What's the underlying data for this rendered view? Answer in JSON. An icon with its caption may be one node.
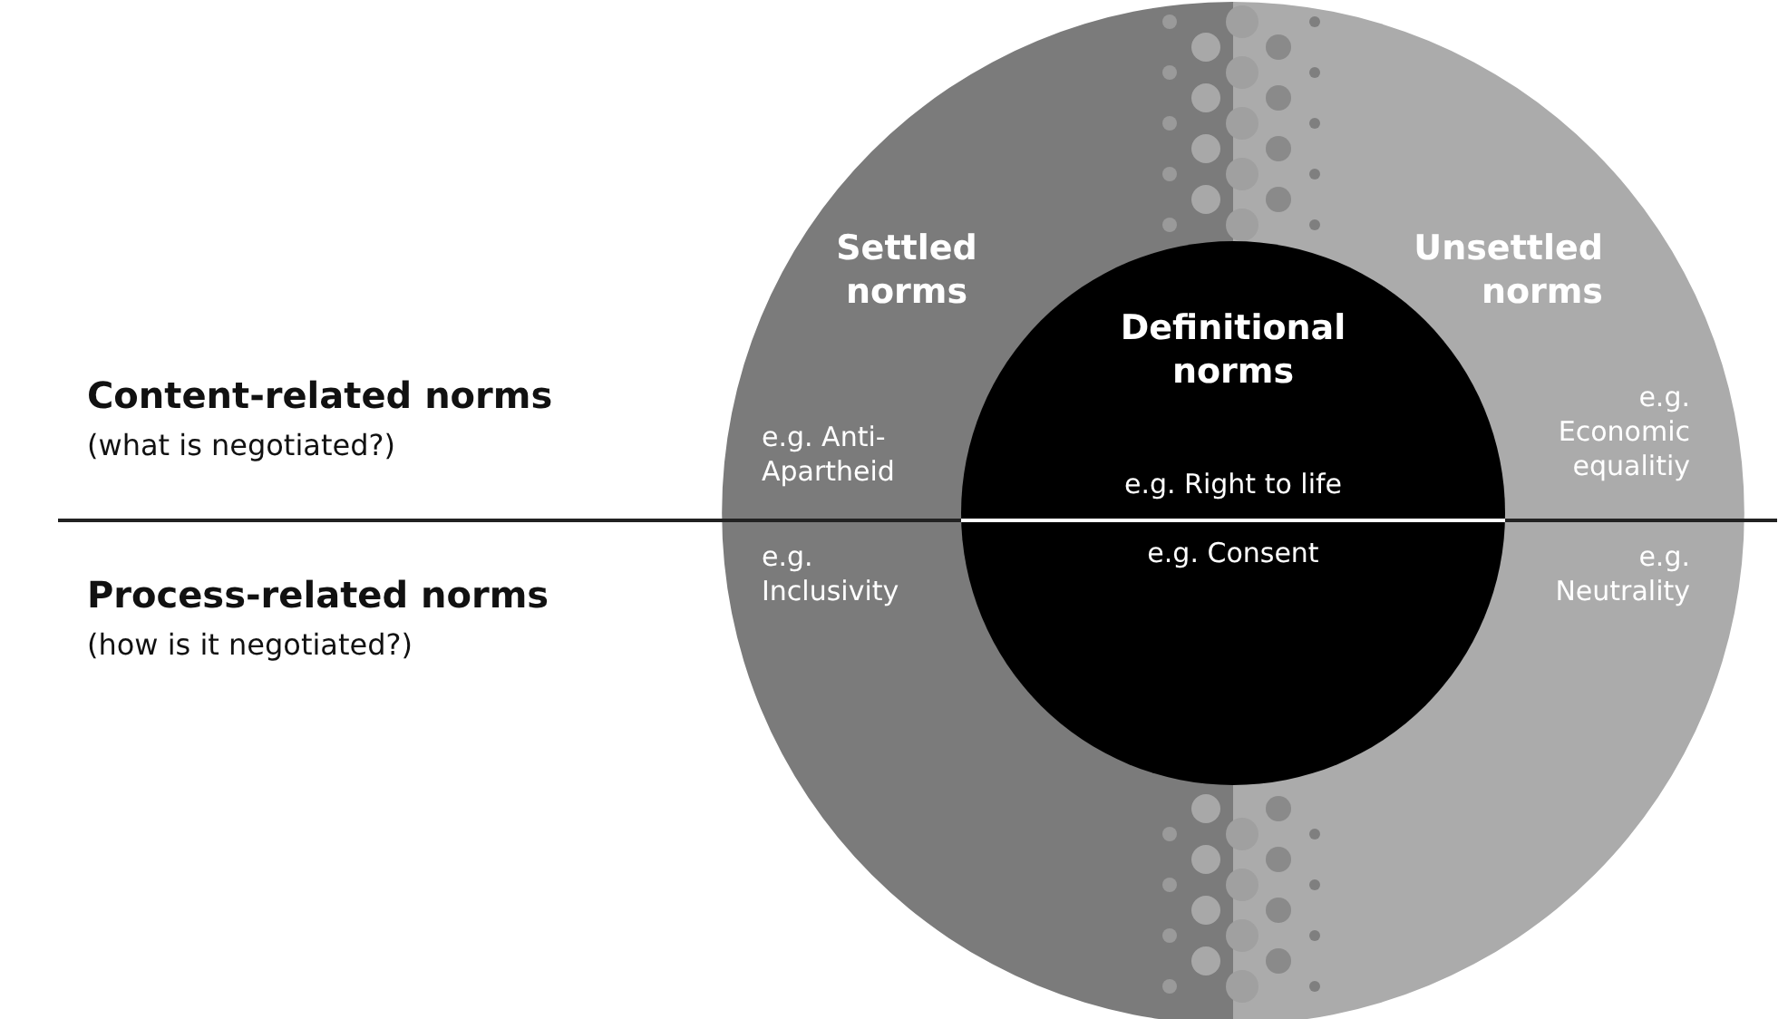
{
  "diagram": {
    "nodes": [
      {
        "text": [
          "Settled norms",
          "e.g. Anti-Apartheid",
          "e.g. Inclusivity"
        ]
      },
      {
        "text": [
          "Unsettled norms",
          "e.g. Economic equalitiy",
          "e.g. Neutrality"
        ]
      },
      {
        "text": [
          "Definitional norms",
          "e.g. Right to life",
          "e.g. Consent"
        ]
      }
    ],
    "edges": [],
    "labels": [
      "Content-related norms",
      "(what is negotiated?)",
      "Process-related norms",
      "(how is it negotiated?)"
    ]
  }
}
